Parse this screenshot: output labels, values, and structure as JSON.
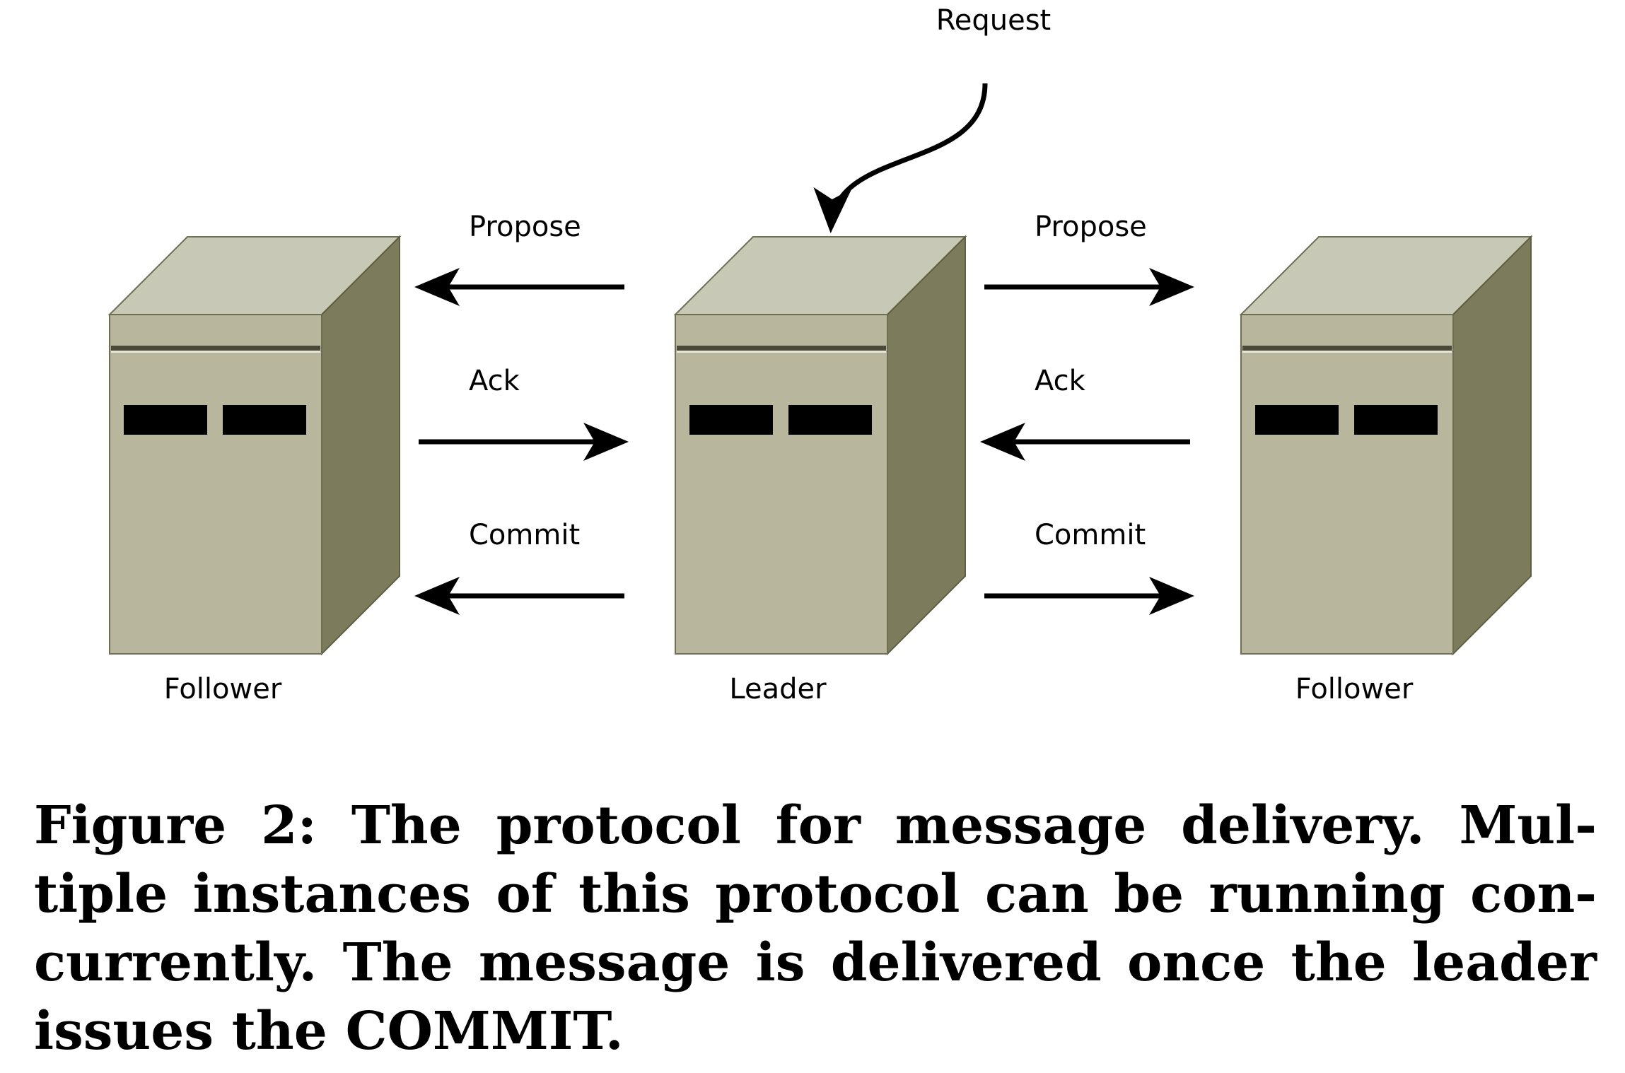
{
  "labels": {
    "request": "Request",
    "propose_left": "Propose",
    "propose_right": "Propose",
    "ack_left": "Ack",
    "ack_right": "Ack",
    "commit_left": "Commit",
    "commit_right": "Commit",
    "follower_left": "Follower",
    "leader": "Leader",
    "follower_right": "Follower"
  },
  "caption": "Figure 2: The protocol for message delivery. Mul-tiple instances of this protocol can be running con-currently. The message is delivered once the leader issues the COMMIT.",
  "colors": {
    "server_top": "#c8c8b6",
    "server_front": "#b8b79e",
    "server_side": "#7c7c5c",
    "server_stripe": "#4a4a3a",
    "server_slot": "#000000",
    "arrow": "#000000"
  },
  "icons": [
    "server-icon",
    "arrow-icon"
  ]
}
